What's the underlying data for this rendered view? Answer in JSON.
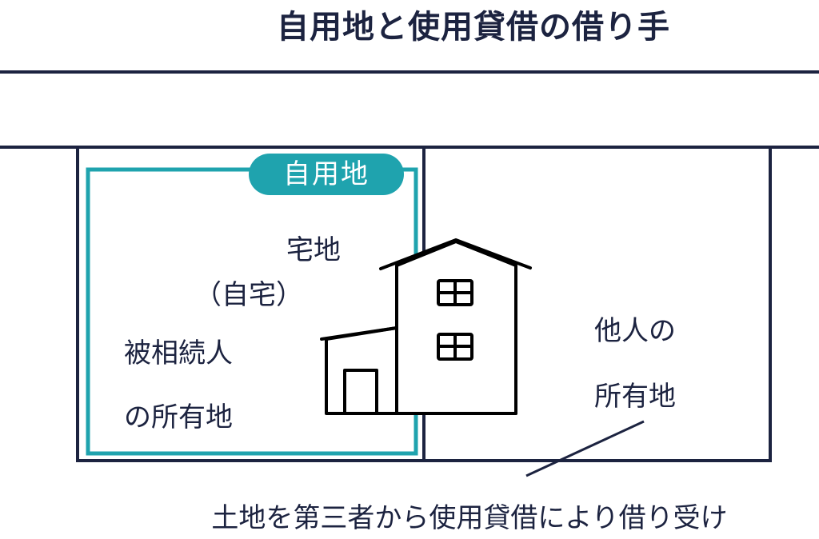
{
  "title": "自用地と使用貸借の借り手",
  "colors": {
    "dark": "#1c2340",
    "teal": "#1fa3ae",
    "house": "#000000",
    "background": "#ffffff"
  },
  "left_plot": {
    "badge": "自用地",
    "land_type": "宅地",
    "land_use": "（自宅）",
    "owner_line1": "被相続人",
    "owner_line2": "の所有地"
  },
  "right_plot": {
    "owner_line1": "他人の",
    "owner_line2": "所有地"
  },
  "building": {
    "icon": "house-icon",
    "windows": 2,
    "doors": 1
  },
  "caption": "土地を第三者から使用貸借により借り受け"
}
